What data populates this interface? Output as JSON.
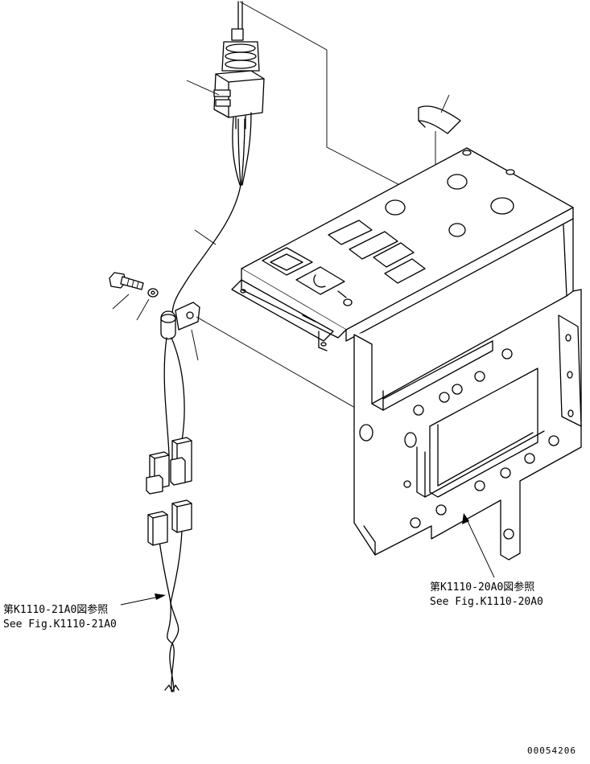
{
  "callouts": {
    "left_ref_jp": "第K1110-21A0図参照",
    "left_ref_en": "See Fig.K1110-21A0",
    "right_ref_jp": "第K1110-20A0図参照",
    "right_ref_en": "See Fig.K1110-20A0"
  },
  "drawing_number": "00054206",
  "icons": {
    "switch": "switch-icon",
    "bracket": "bracket-icon",
    "clamp": "clamp-icon",
    "bolt": "bolt-icon",
    "washer": "washer-icon",
    "connector": "connector-icon",
    "label": "label-icon"
  }
}
